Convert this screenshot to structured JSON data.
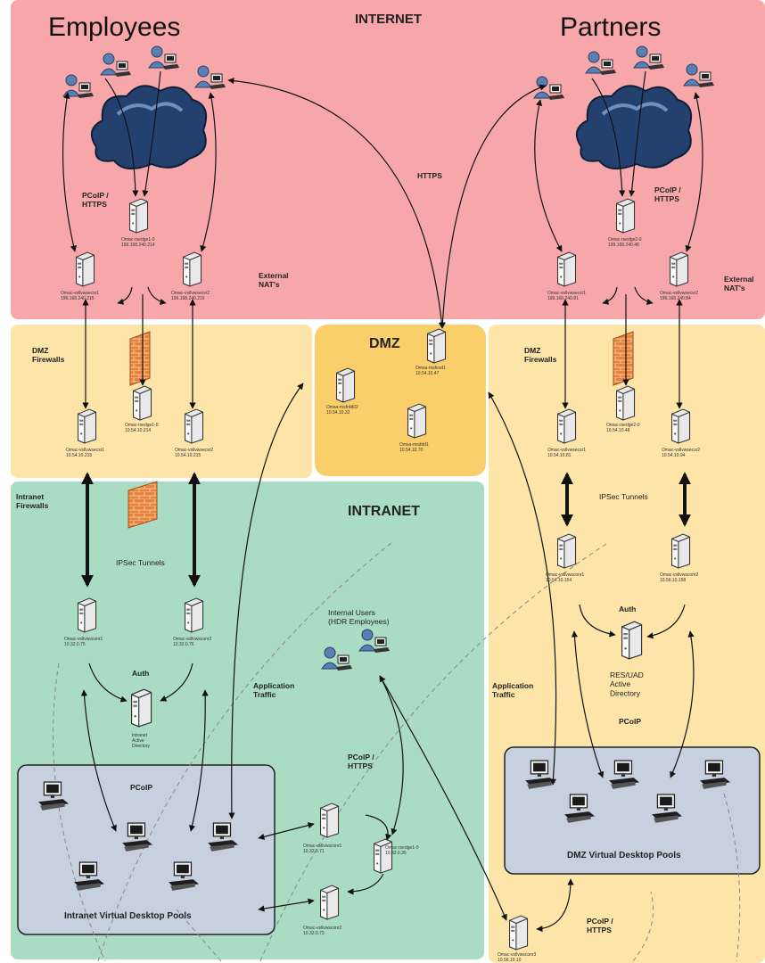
{
  "titles": {
    "employees": "Employees",
    "partners": "Partners"
  },
  "zones": {
    "internet": "INTERNET",
    "dmz": "DMZ",
    "intranet": "INTRANET"
  },
  "labels": {
    "https": "HTTPS",
    "pcoip_https": "PCoIP /\nHTTPS",
    "external_nats": "External\nNAT's",
    "dmz_firewalls": "DMZ\nFirewalls",
    "intranet_firewalls": "Intranet\nFirewalls",
    "ipsec_tunnels": "IPSec Tunnels",
    "auth": "Auth",
    "pcoip": "PCoIP",
    "application_traffic": "Application\nTraffic",
    "internal_users": "Internal Users\n(HDR Employees)",
    "active_directory_left": "Intranet\nActive\nDirectory",
    "active_directory_right": "RES/UAD\nActive\nDirectory",
    "intranet_pools": "Intranet Virtual Desktop Pools",
    "dmz_pools": "DMZ Virtual Desktop Pools"
  },
  "servers": {
    "l_edge_inet": [
      "Omac-rsedge1-0",
      "199.168.240.214"
    ],
    "l_vs1_inet": [
      "Omac-vsllvwsecsr1",
      "199.168.240.215"
    ],
    "l_vs2_inet": [
      "Omac-vsllvwsecsr2",
      "199.168.240.216"
    ],
    "r_edge_inet": [
      "Omac-rsedge2-0",
      "199.168.240.48"
    ],
    "r_vs1_inet": [
      "Omac-vsllvwsecsr1",
      "199.168.240.81"
    ],
    "r_vs2_inet": [
      "Omac-vsllvwsecsr2",
      "199.168.240.84"
    ],
    "dmz_fs": [
      "Omsa-msfexd1",
      "10.54.10.47"
    ],
    "dmz_mfr": [
      "Omsa-msfrdd02",
      "10.54.10.32"
    ],
    "dmz_mdd": [
      "Omsa-msddd1",
      "10.54.10.70"
    ],
    "l_edge_dmz": [
      "Omac-rsedge1-0",
      "10.54.10.214"
    ],
    "l_vs1_dmz": [
      "Omac-vsllvwsecsr1",
      "10.54.10.215"
    ],
    "l_vs2_dmz": [
      "Omac-vsllvwsecsr2",
      "10.54.10.215"
    ],
    "r_edge_dmz": [
      "Omac-rsedge2-0",
      "10.54.10.48"
    ],
    "r_vs1_dmz": [
      "Omac-vsllvwsecsr1",
      "10.54.10.81"
    ],
    "r_vs2_dmz": [
      "Omac-vsllvwsecsr2",
      "10.54.10.94"
    ],
    "l_vc1": [
      "Omac-vsllvwsconr1",
      "10.32.0.75"
    ],
    "l_vc2": [
      "Omac-vsllvwsconr2",
      "10.32.0.76"
    ],
    "r_vc1": [
      "Omac-vsllvwsconr1",
      "10.54.10.154"
    ],
    "r_vc2": [
      "Omac-vsllvwsconr2",
      "10.56.10.158"
    ],
    "i_vc1": [
      "Omac-vsllvwsconr1",
      "10.32.0.71"
    ],
    "i_vc2": [
      "Omac-vsllvwsconr2",
      "10.32.0.73"
    ],
    "i_edge": [
      "Omac-rsedge1-0",
      "10.32.0.35"
    ],
    "r_vc3": [
      "Omac-vsllvwsconr3",
      "10.56.10.10"
    ]
  },
  "colors": {
    "internet": "#f7a7a9",
    "dmz_band": "#fde4a8",
    "dmz_center": "#f9ce6b",
    "intranet": "#a9dcc3",
    "pool": "#c7d0df",
    "cloud": "#23406e",
    "firewall": "#e8823b"
  }
}
